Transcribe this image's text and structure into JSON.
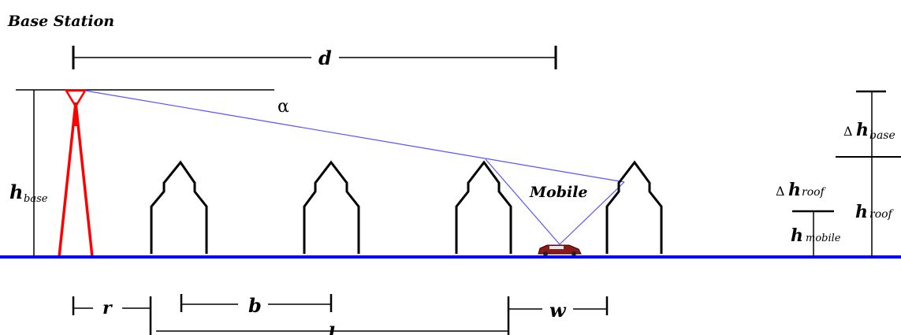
{
  "title": "Base Station",
  "labels": {
    "d": "d",
    "alpha": "α",
    "h_base": "h",
    "h_base_sub": "base",
    "mobile": "Mobile",
    "r": "r",
    "b": "b",
    "w": "w",
    "l": "l",
    "delta_h_base": "Δ",
    "delta_h_base_h": "h",
    "delta_h_base_sub": "base",
    "delta_h_roof": "Δ",
    "delta_h_roof_h": "h",
    "delta_h_roof_sub": "roof",
    "h_roof": "h",
    "h_roof_sub": "roof",
    "h_mobile": "h",
    "h_mobile_sub": "mobile"
  },
  "colors": {
    "ground": "#0000ff",
    "tower": "#ff0000",
    "ray": "#5555ff",
    "building": "#000000",
    "car": "#8b1a1a"
  }
}
